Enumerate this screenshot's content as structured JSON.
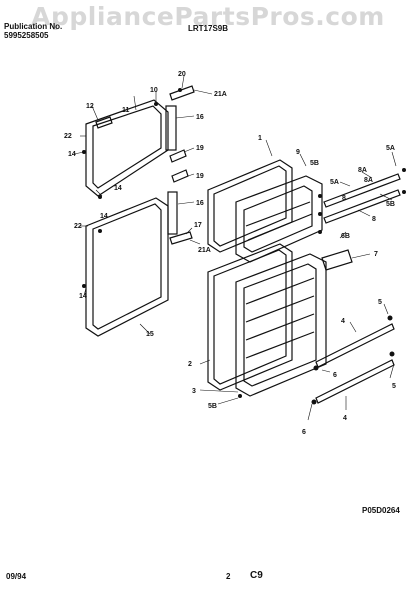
{
  "watermark": "AppliancePartsPros.com",
  "header": {
    "publication_label": "Publication No.",
    "publication_number": "5995258505",
    "model": "LRT17S9B"
  },
  "diagram_code": "P05D0264",
  "footer": {
    "date": "09/94",
    "page": "2",
    "section": "C9"
  },
  "parts": [
    {
      "id": "p1",
      "label": "1"
    },
    {
      "id": "p2",
      "label": "2"
    },
    {
      "id": "p3",
      "label": "3"
    },
    {
      "id": "p4a",
      "label": "4"
    },
    {
      "id": "p4b",
      "label": "4"
    },
    {
      "id": "p5a",
      "label": "5"
    },
    {
      "id": "p5b",
      "label": "5"
    },
    {
      "id": "p5A",
      "label": "5A"
    },
    {
      "id": "p5B",
      "label": "5B"
    },
    {
      "id": "p5Ba",
      "label": "5B"
    },
    {
      "id": "p5Bb",
      "label": "5B"
    },
    {
      "id": "p6a",
      "label": "6"
    },
    {
      "id": "p6b",
      "label": "6"
    },
    {
      "id": "p6B",
      "label": "6B"
    },
    {
      "id": "p7",
      "label": "7"
    },
    {
      "id": "p8a",
      "label": "8"
    },
    {
      "id": "p8b",
      "label": "8"
    },
    {
      "id": "p8A",
      "label": "8A"
    },
    {
      "id": "p9",
      "label": "9"
    },
    {
      "id": "p10",
      "label": "10"
    },
    {
      "id": "p11",
      "label": "11"
    },
    {
      "id": "p12",
      "label": "12"
    },
    {
      "id": "p14a",
      "label": "14"
    },
    {
      "id": "p14b",
      "label": "14"
    },
    {
      "id": "p14c",
      "label": "14"
    },
    {
      "id": "p14d",
      "label": "14"
    },
    {
      "id": "p15",
      "label": "15"
    },
    {
      "id": "p16a",
      "label": "16"
    },
    {
      "id": "p16b",
      "label": "16"
    },
    {
      "id": "p17",
      "label": "17"
    },
    {
      "id": "p19a",
      "label": "19"
    },
    {
      "id": "p19b",
      "label": "19"
    },
    {
      "id": "p20",
      "label": "20"
    },
    {
      "id": "p21Aa",
      "label": "21A"
    },
    {
      "id": "p21Ab",
      "label": "21A"
    },
    {
      "id": "p22a",
      "label": "22"
    },
    {
      "id": "p22b",
      "label": "22"
    },
    {
      "id": "p5Aa",
      "label": "5A"
    },
    {
      "id": "p8Aa",
      "label": "8A"
    }
  ]
}
